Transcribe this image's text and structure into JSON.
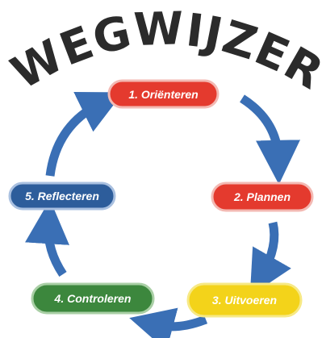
{
  "title": "WEGWIJZER",
  "colors": {
    "cycle_arrow": "#3a6fb5",
    "title_text": "#2b2b2b"
  },
  "steps": [
    {
      "label": "1. Oriënteren",
      "fill": "#e43a2e",
      "stroke": "#f3b9b3",
      "text_color": "#ffffff"
    },
    {
      "label": "2. Plannen",
      "fill": "#e43a2e",
      "stroke": "#f3b9b3",
      "text_color": "#ffffff"
    },
    {
      "label": "3. Uitvoeren",
      "fill": "#f3d31a",
      "stroke": "#f7e985",
      "text_color": "#ffffff"
    },
    {
      "label": "4. Controleren",
      "fill": "#3c873d",
      "stroke": "#a9cfa5",
      "text_color": "#ffffff"
    },
    {
      "label": "5. Reflecteren",
      "fill": "#2d5d9b",
      "stroke": "#a9c0e0",
      "text_color": "#ffffff"
    }
  ]
}
